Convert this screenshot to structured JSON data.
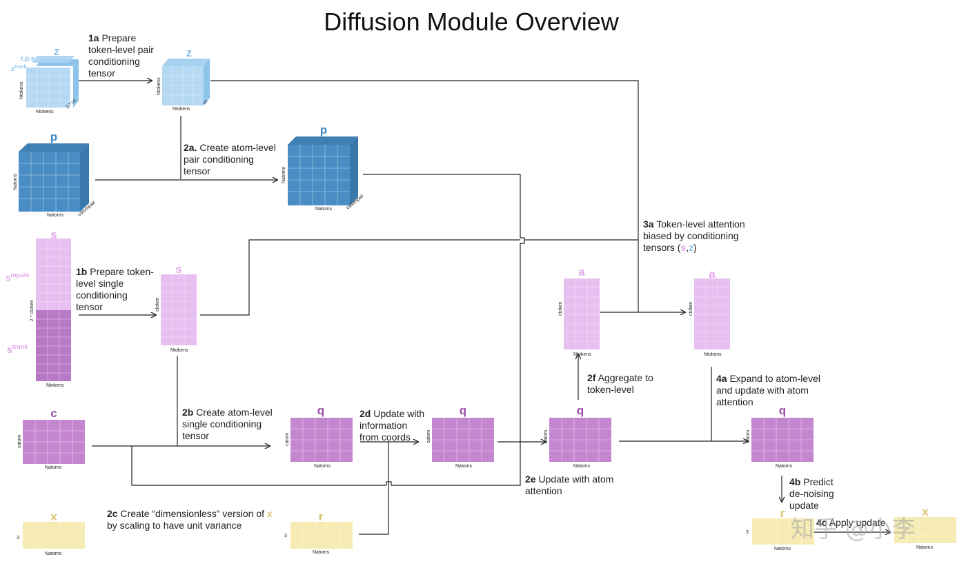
{
  "title": "Diffusion Module Overview",
  "colors": {
    "pair_light": "#b5d8f3",
    "pair_dark": "#4a8dc4",
    "single_light": "#e7bff0",
    "single_dark": "#c586d0",
    "atom_single": "#c586d0",
    "coords": "#f6ebb2",
    "label_light_blue": "#8ec3ea",
    "label_dark_blue": "#3f86bd",
    "label_pink": "#e3a6ec",
    "label_purple": "#9a4fa8",
    "label_yellow": "#d9c36b"
  },
  "tensors": {
    "z_in": "z",
    "z_in_rpe": "r.p.e",
    "z_in_trunk_base": "z",
    "z_in_trunk_sup": "trunk",
    "z_out": "z",
    "p_in": "p",
    "p_out": "p",
    "s_in": "s",
    "s_inputs_base": "s",
    "s_inputs_sup": "inputs",
    "s_trunk_base": "s",
    "s_trunk_sup": "trunk",
    "s_out": "s",
    "c": "c",
    "q1": "q",
    "q2": "q",
    "q3": "q",
    "q4": "q",
    "a1": "a",
    "a2": "a",
    "x_in": "x",
    "r": "r",
    "x_out": "x"
  },
  "dims": {
    "n_tokens": "Ntokens",
    "n_atoms": "Natoms",
    "two_cz": "2 * cz",
    "cz": "cz",
    "c_atompair": "catompair",
    "c_token": "ctoken",
    "two_c_token": "2 * ctoken",
    "c_atom": "catom",
    "three": "3"
  },
  "steps": {
    "s1a_num": "1a",
    "s1a_text_1": " Prepare",
    "s1a_text_2": "token-level pair",
    "s1a_text_3": "conditioning",
    "s1a_text_4": "tensor",
    "s1b_num": "1b",
    "s1b_text_1": " Prepare token-",
    "s1b_text_2": "level single",
    "s1b_text_3": "conditioning",
    "s1b_text_4": "tensor",
    "s2a_num": "2a.",
    "s2a_text_1": " Create atom-level",
    "s2a_text_2": "pair conditioning",
    "s2a_text_3": "tensor",
    "s2b_num": "2b",
    "s2b_text_1": " Create atom-level",
    "s2b_text_2": "single conditioning",
    "s2b_text_3": "tensor",
    "s2c_num": "2c",
    "s2c_text_1": " Create “dimensionless” version of ",
    "s2c_var": "x",
    "s2c_text_2": "by scaling to have unit variance",
    "s2d_num": "2d",
    "s2d_text_1": " Update with",
    "s2d_text_2": "information",
    "s2d_text_3": "from coords",
    "s2e_num": "2e",
    "s2e_text_1": " Update with atom",
    "s2e_text_2": "attention",
    "s2f_num": "2f",
    "s2f_text_1": " Aggregate to",
    "s2f_text_2": "token-level",
    "s3a_num": "3a",
    "s3a_text_1": " Token-level attention",
    "s3a_text_2": "biased by conditioning",
    "s3a_text_3": "tensors (",
    "s3a_s": "s",
    "s3a_comma": ",",
    "s3a_z": "z",
    "s3a_close": ")",
    "s4a_num": "4a",
    "s4a_text_1": " Expand to atom-level",
    "s4a_text_2": "and update with atom",
    "s4a_text_3": "attention",
    "s4b_num": "4b",
    "s4b_text_1": " Predict",
    "s4b_text_2": "de-noising",
    "s4b_text_3": "update",
    "s4c_num": "4c",
    "s4c_text_1": " Apply update"
  },
  "watermark": "知乎 @小李"
}
